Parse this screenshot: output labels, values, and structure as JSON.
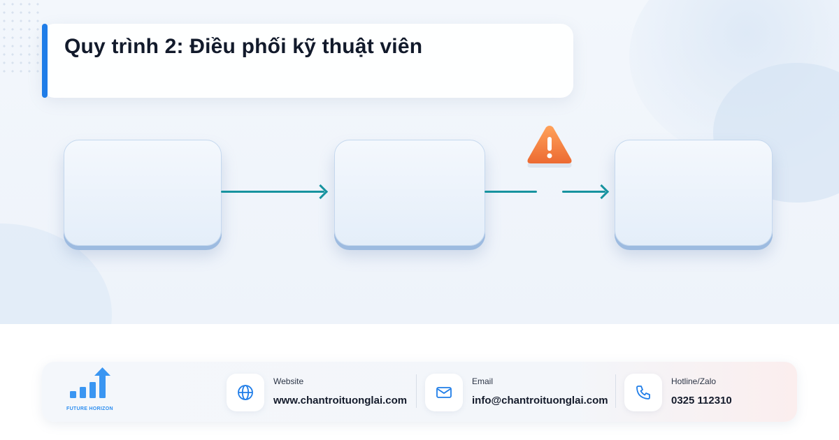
{
  "header": {
    "title": "Quy trình 2: Điều phối kỹ thuật viên"
  },
  "diagram": {
    "nodes": [
      {
        "id": "step-1",
        "label": ""
      },
      {
        "id": "step-2",
        "label": ""
      },
      {
        "id": "step-3",
        "label": ""
      }
    ],
    "edges": [
      {
        "from": "step-1",
        "to": "step-2",
        "style": "arrow"
      },
      {
        "from": "step-2",
        "to": "step-3",
        "style": "broken-arrow",
        "marker": "warning-icon"
      }
    ]
  },
  "footer": {
    "logo_text": "FUTURE HORIZON",
    "contacts": {
      "website": {
        "label": "Website",
        "value": "www.chantroituonglai.com",
        "icon": "globe-icon"
      },
      "email": {
        "label": "Email",
        "value": "info@chantroituonglai.com",
        "icon": "mail-icon"
      },
      "hotline": {
        "label": "Hotline/Zalo",
        "value": "0325 112310",
        "icon": "phone-icon"
      }
    }
  },
  "colors": {
    "accent": "#1f7de8",
    "connector": "#17939f",
    "warning": "#f07b3f",
    "node_fill": "#e4eef9",
    "logo": "#2d8ef0"
  }
}
